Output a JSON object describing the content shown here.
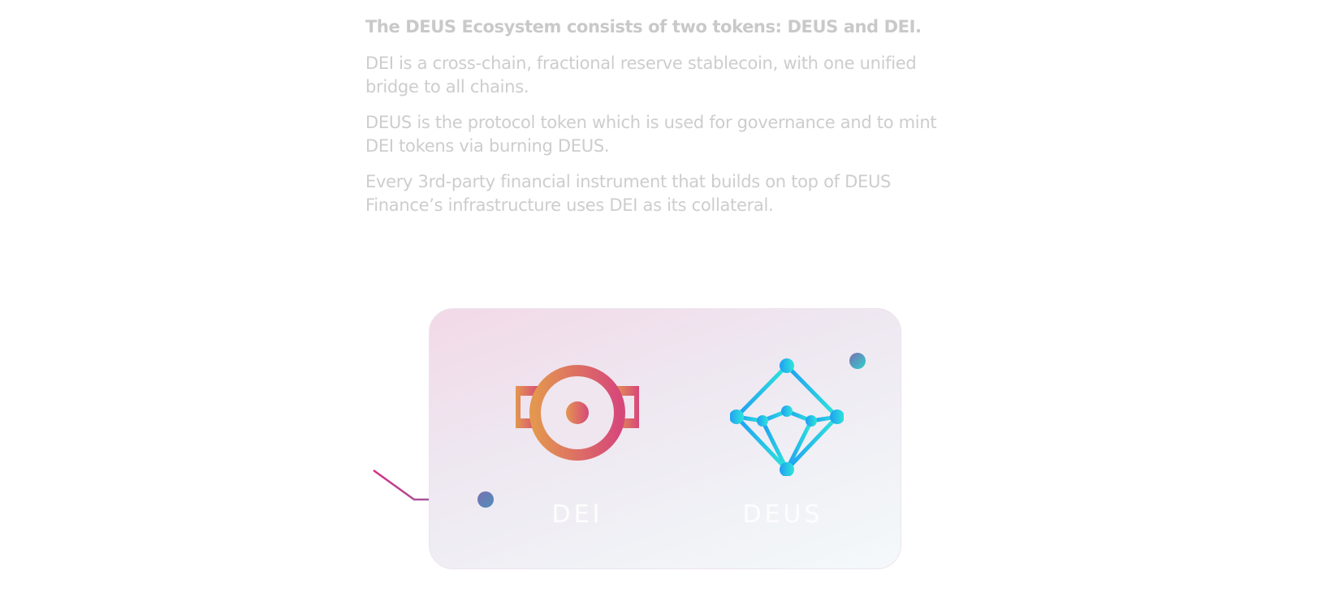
{
  "intro": {
    "heading": "The DEUS Ecosystem consists of two tokens: DEUS and DEI.",
    "paragraphs": [
      "DEI is a cross-chain, fractional reserve stablecoin, with one unified bridge to all chains.",
      "DEUS is the protocol token which is used for governance and to mint DEI tokens via burning DEUS.",
      "Every 3rd-party financial instrument that builds on top of DEUS Finance’s infrastructure uses DEI as its collateral."
    ]
  },
  "tokens": {
    "dei": {
      "label": "DEI",
      "icon": "dei-logo-icon"
    },
    "deus": {
      "label": "DEUS",
      "icon": "deus-logo-icon"
    }
  },
  "colors": {
    "heading": "#c9c9c9",
    "text": "#cdcdcd",
    "dei_gradient_start": "#e3964f",
    "dei_gradient_end": "#d6487a",
    "deus_gradient_start": "#1f9df5",
    "deus_gradient_end": "#2fe6d8",
    "connector_pink": "#d62f82",
    "connector_dot": "#5b86b3"
  }
}
